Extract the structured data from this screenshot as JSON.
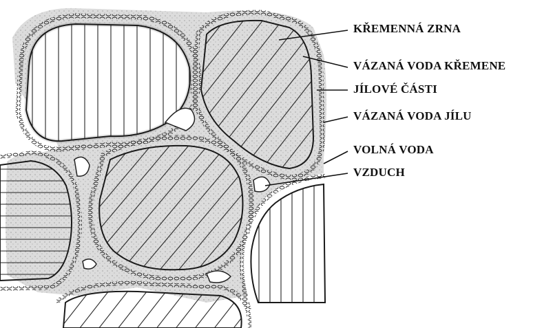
{
  "labels": {
    "quartz_grains": "KŘEMENNÁ ZRNA",
    "quartz_bound_water": "VÁZANÁ VODA KŘEMENE",
    "clay_particles": "JÍLOVÉ ČÁSTI",
    "clay_bound_water": "VÁZANÁ VODA JÍLU",
    "free_water": "VOLNÁ VODA",
    "air": "VZDUCH"
  }
}
